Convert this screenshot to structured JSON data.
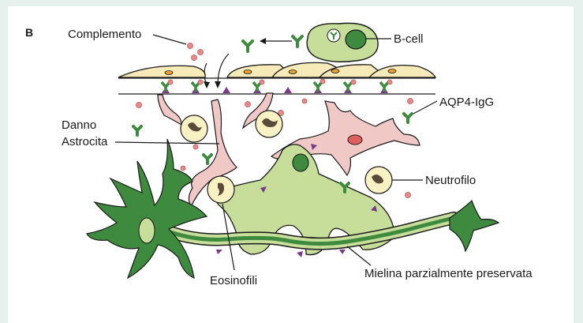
{
  "panel_letter": "B",
  "labels": {
    "complemento": "Complemento",
    "b_cell": "B-cell",
    "aqp4_igg": "AQP4-IgG",
    "danno_line1": "Danno",
    "danno_line2": "Astrocita",
    "neutrofilo": "Neutrofilo",
    "eosinofili": "Eosinofili",
    "mielina": "Mielina parzialmente preservata"
  },
  "colors": {
    "background_frame": "#e6f1ee",
    "panel": "#ffffff",
    "endothelium": "#f5eab8",
    "astrocyte_pink": "#f0c9c6",
    "neuron_green": "#3e8a3e",
    "oligodendrocyte_green": "#c7de9a",
    "antibody_green": "#3e8a3e",
    "complement_pink": "#e88a8a",
    "purple_marker": "#7a3a8a",
    "granulocyte_fill": "#f8f1c4",
    "granulocyte_nucleus": "#5a4a3a"
  }
}
